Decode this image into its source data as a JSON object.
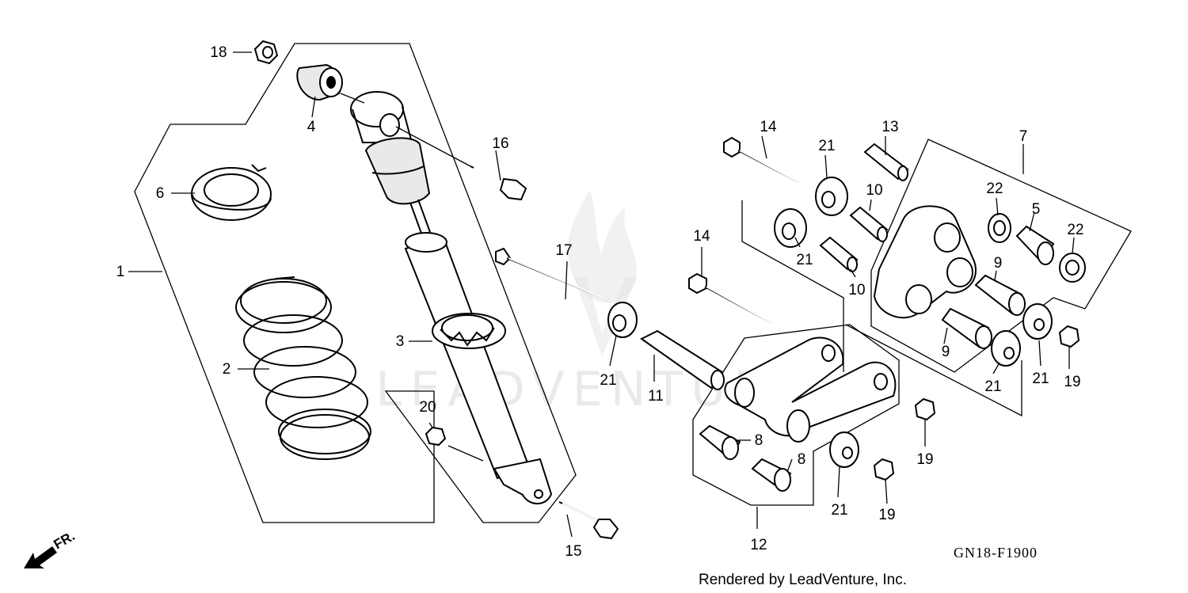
{
  "watermark": "LEADVENTURE",
  "direction_marker": "FR.",
  "diagram_code": "GN18-F1900",
  "credit": "Rendered by LeadVenture, Inc.",
  "callouts": {
    "c1": "1",
    "c2": "2",
    "c3": "3",
    "c4": "4",
    "c5": "5",
    "c6": "6",
    "c7": "7",
    "c8a": "8",
    "c8b": "8",
    "c9a": "9",
    "c9b": "9",
    "c10a": "10",
    "c10b": "10",
    "c11": "11",
    "c12": "12",
    "c13": "13",
    "c14a": "14",
    "c14b": "14",
    "c15": "15",
    "c16": "16",
    "c17": "17",
    "c18": "18",
    "c19a": "19",
    "c19b": "19",
    "c19c": "19",
    "c20": "20",
    "c21a": "21",
    "c21b": "21",
    "c21c": "21",
    "c21d": "21",
    "c21e": "21",
    "c21f": "21",
    "c22a": "22",
    "c22b": "22"
  }
}
